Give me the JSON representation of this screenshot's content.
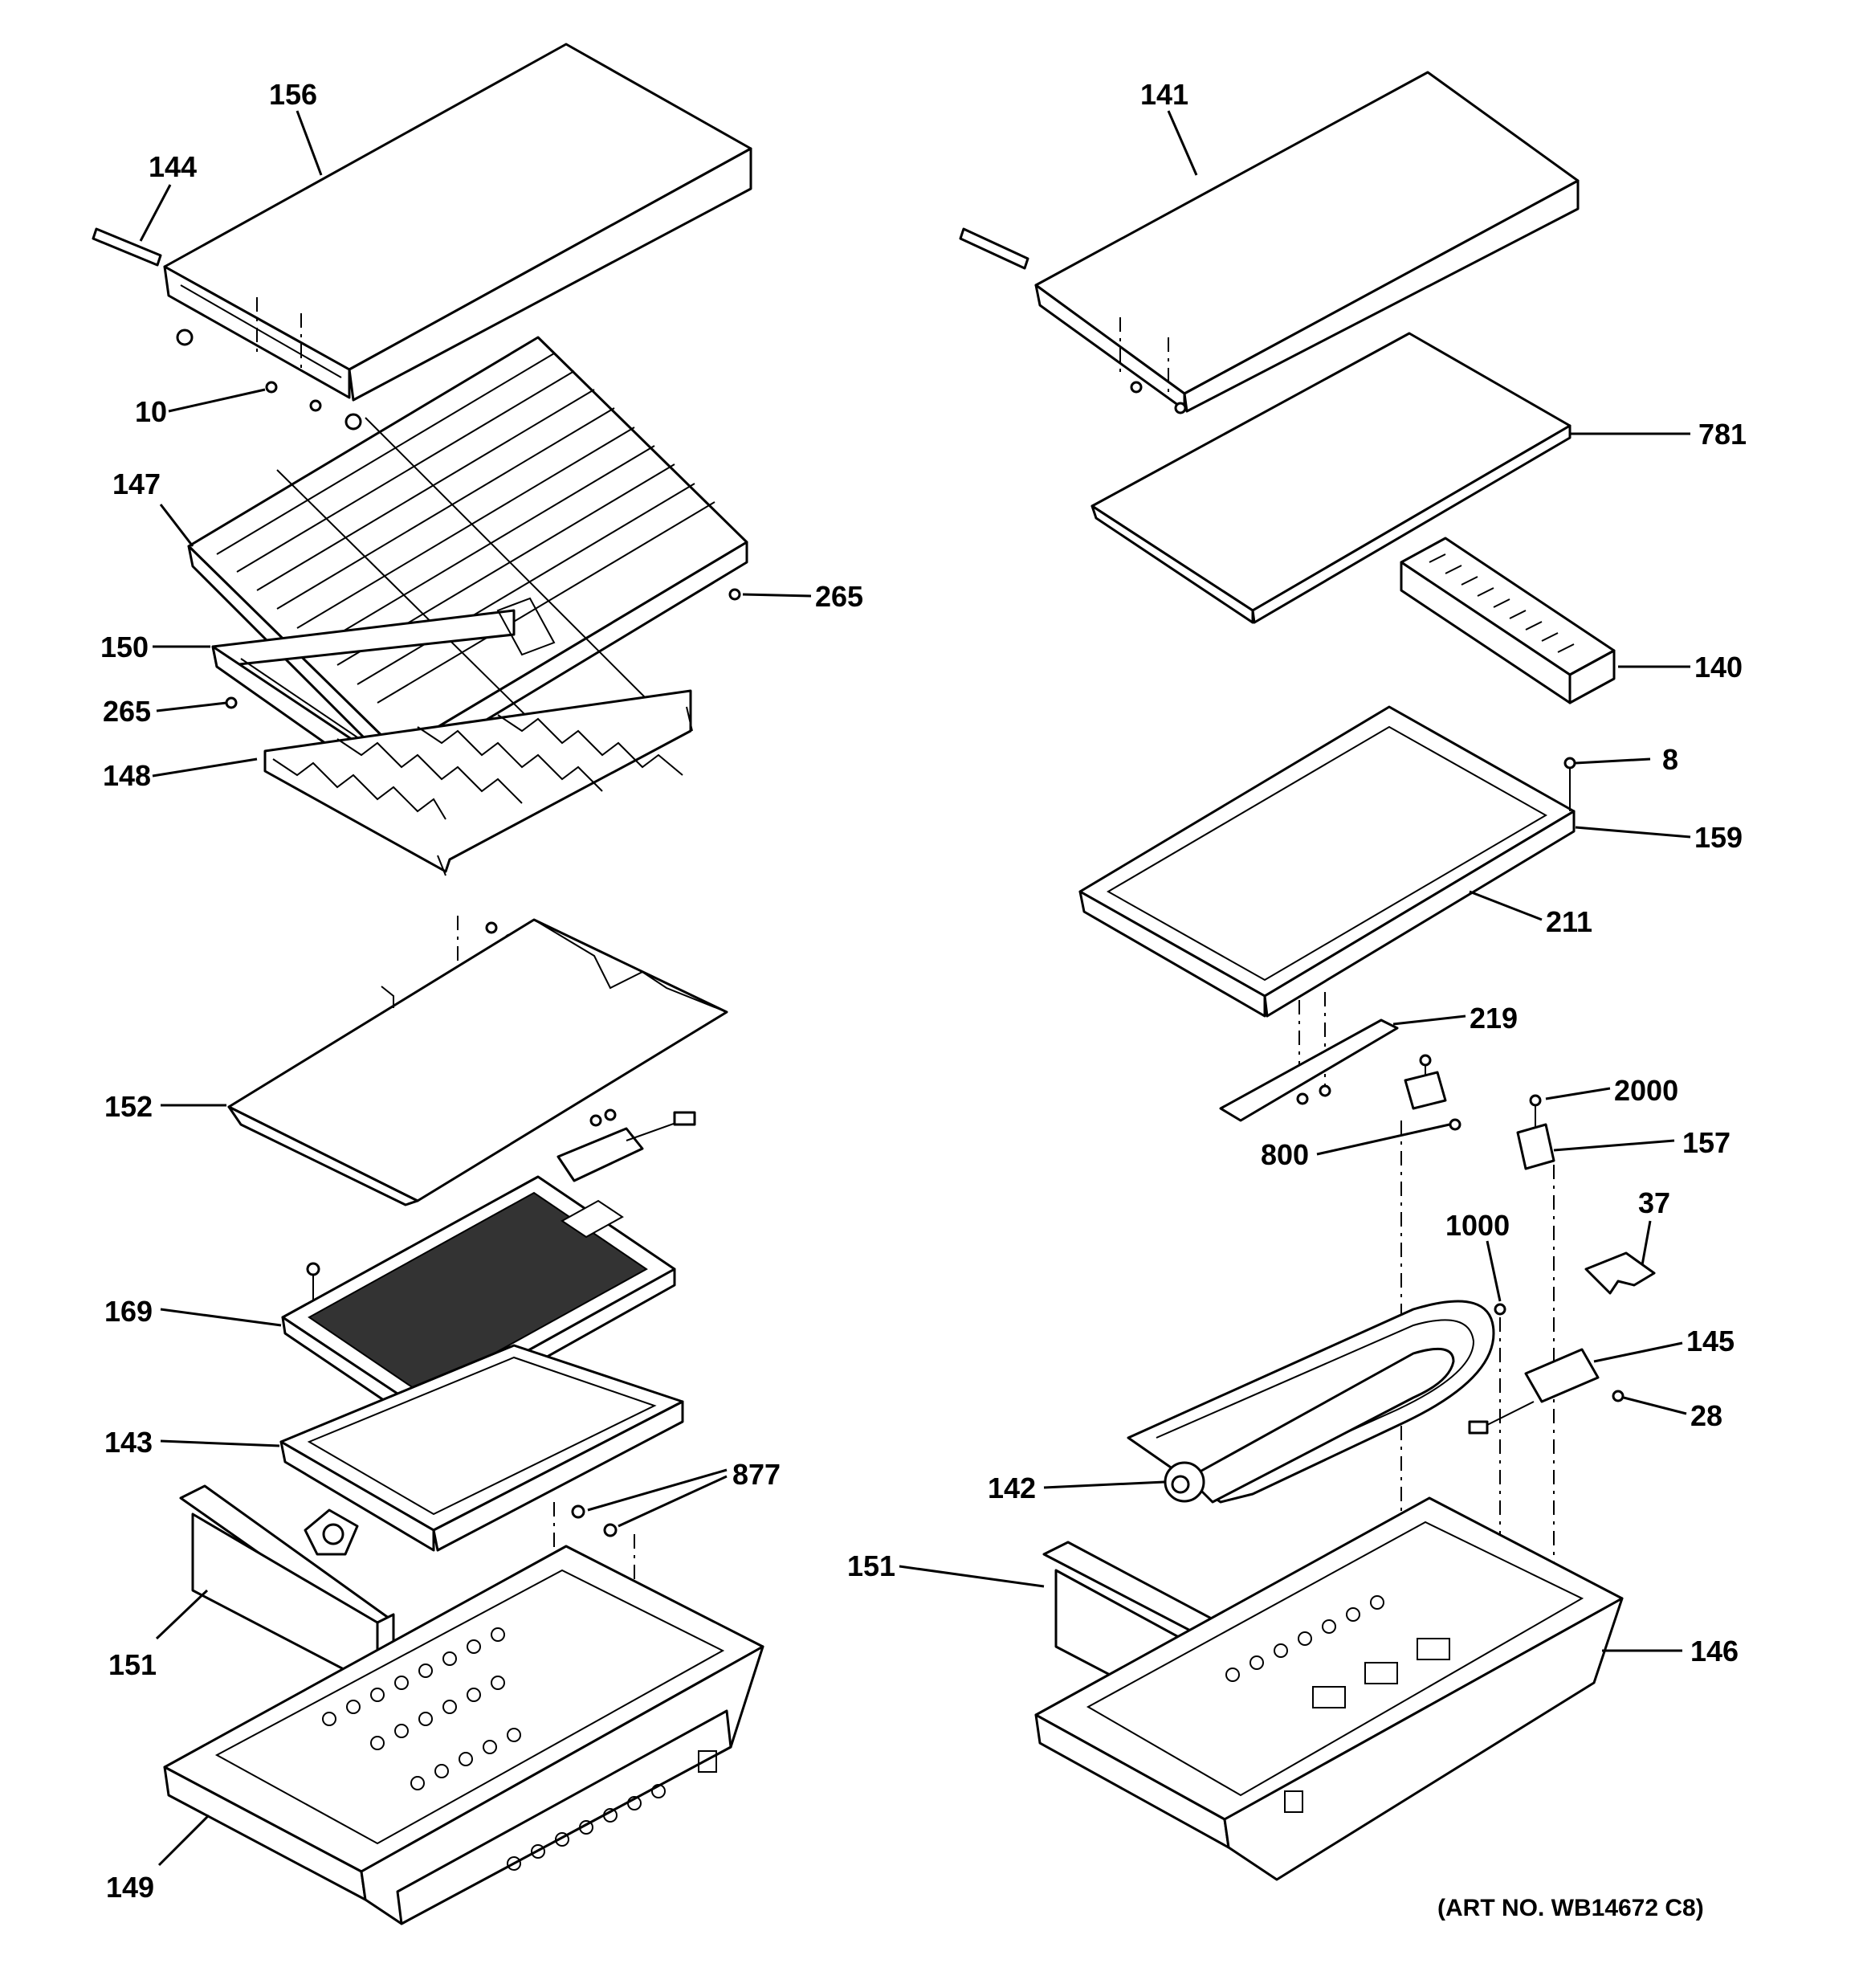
{
  "art_number": "(ART NO. WB14672 C8)",
  "callouts": [
    {
      "id": "c156",
      "text": "156"
    },
    {
      "id": "c144",
      "text": "144"
    },
    {
      "id": "c10",
      "text": "10"
    },
    {
      "id": "c147",
      "text": "147"
    },
    {
      "id": "c265a",
      "text": "265"
    },
    {
      "id": "c150",
      "text": "150"
    },
    {
      "id": "c265b",
      "text": "265"
    },
    {
      "id": "c148",
      "text": "148"
    },
    {
      "id": "c152",
      "text": "152"
    },
    {
      "id": "c169",
      "text": "169"
    },
    {
      "id": "c143",
      "text": "143"
    },
    {
      "id": "c877",
      "text": "877"
    },
    {
      "id": "c151a",
      "text": "151"
    },
    {
      "id": "c149",
      "text": "149"
    },
    {
      "id": "c141",
      "text": "141"
    },
    {
      "id": "c781",
      "text": "781"
    },
    {
      "id": "c140",
      "text": "140"
    },
    {
      "id": "c8",
      "text": "8"
    },
    {
      "id": "c159",
      "text": "159"
    },
    {
      "id": "c211",
      "text": "211"
    },
    {
      "id": "c219",
      "text": "219"
    },
    {
      "id": "c2000",
      "text": "2000"
    },
    {
      "id": "c157",
      "text": "157"
    },
    {
      "id": "c800",
      "text": "800"
    },
    {
      "id": "c37",
      "text": "37"
    },
    {
      "id": "c1000",
      "text": "1000"
    },
    {
      "id": "c145",
      "text": "145"
    },
    {
      "id": "c28",
      "text": "28"
    },
    {
      "id": "c142",
      "text": "142"
    },
    {
      "id": "c151b",
      "text": "151"
    },
    {
      "id": "c146",
      "text": "146"
    }
  ]
}
